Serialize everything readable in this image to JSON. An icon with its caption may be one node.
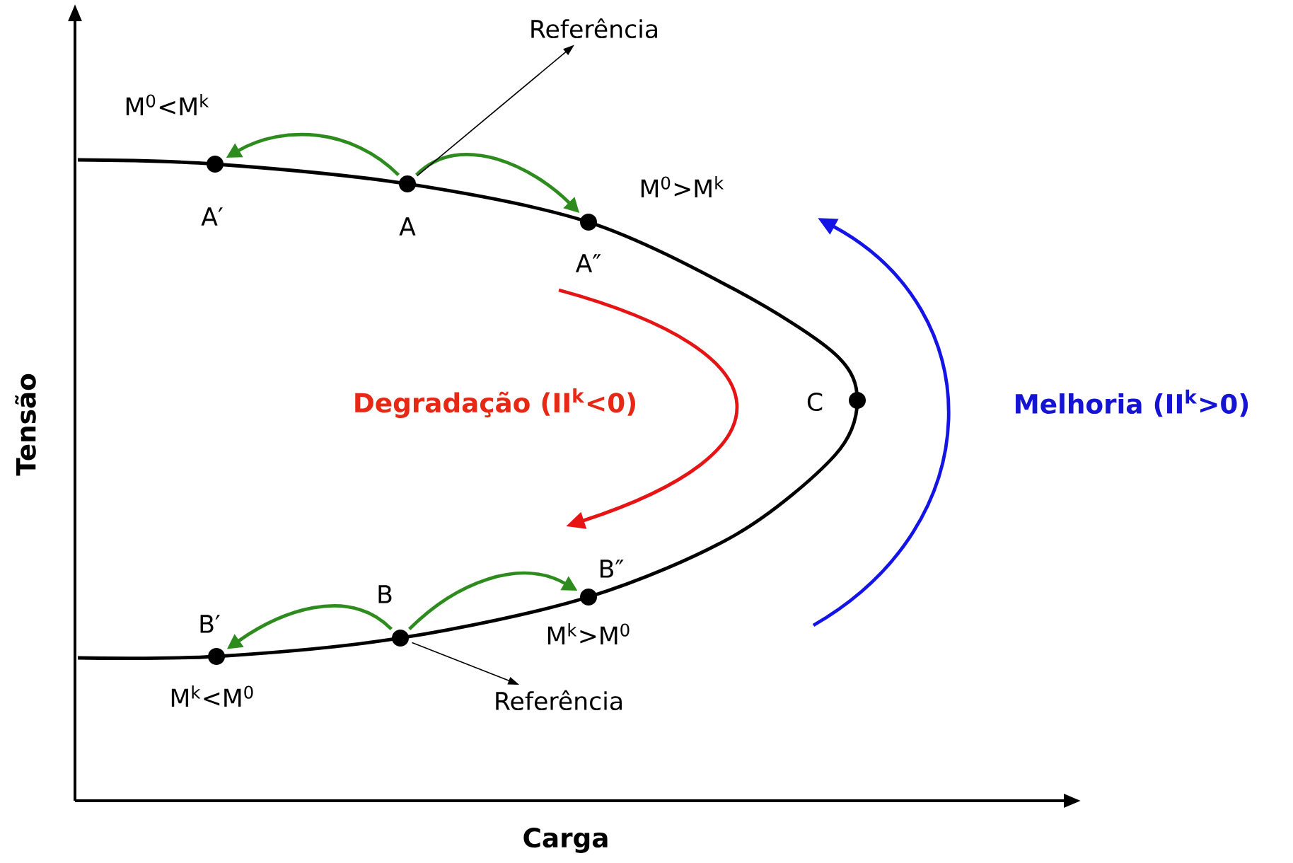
{
  "diagram": {
    "nodes": [
      {
        "text": [
          "A′"
        ],
        "beside": [
          "M$^{0}$<M$^{k}$"
        ]
      },
      {
        "text": [
          "A"
        ]
      },
      {
        "text": [
          "A″"
        ],
        "beside": [
          "M$^{0}$>M$^{k}$"
        ]
      },
      {
        "text": [
          "C"
        ]
      },
      {
        "text": [
          "B′"
        ],
        "beside": [
          "M$^{k}$<M$^{0}$"
        ]
      },
      {
        "text": [
          "B"
        ]
      },
      {
        "text": [
          "B″"
        ],
        "beside": [
          "M$^{k}$>M$^{0}$"
        ]
      },
      {
        "text": [
          "Referência"
        ]
      },
      {
        "text": [
          "Referência"
        ]
      }
    ],
    "edges": [
      {
        "from": 1,
        "to": 0,
        "arrow": "to"
      },
      {
        "from": 1,
        "to": 2,
        "arrow": "to"
      },
      {
        "from": 1,
        "to": 7,
        "arrow": "to",
        "color": "#000000"
      },
      {
        "from": 5,
        "to": 4,
        "arrow": "to"
      },
      {
        "from": 5,
        "to": 6,
        "arrow": "to"
      },
      {
        "from": 5,
        "to": 8,
        "arrow": "to",
        "color": "#000000"
      }
    ],
    "labels": [
      "Tensão",
      "Degradação (II$^{k}$<0)",
      "Melhoria (II$^{k}$>0)",
      "Carga"
    ]
  }
}
